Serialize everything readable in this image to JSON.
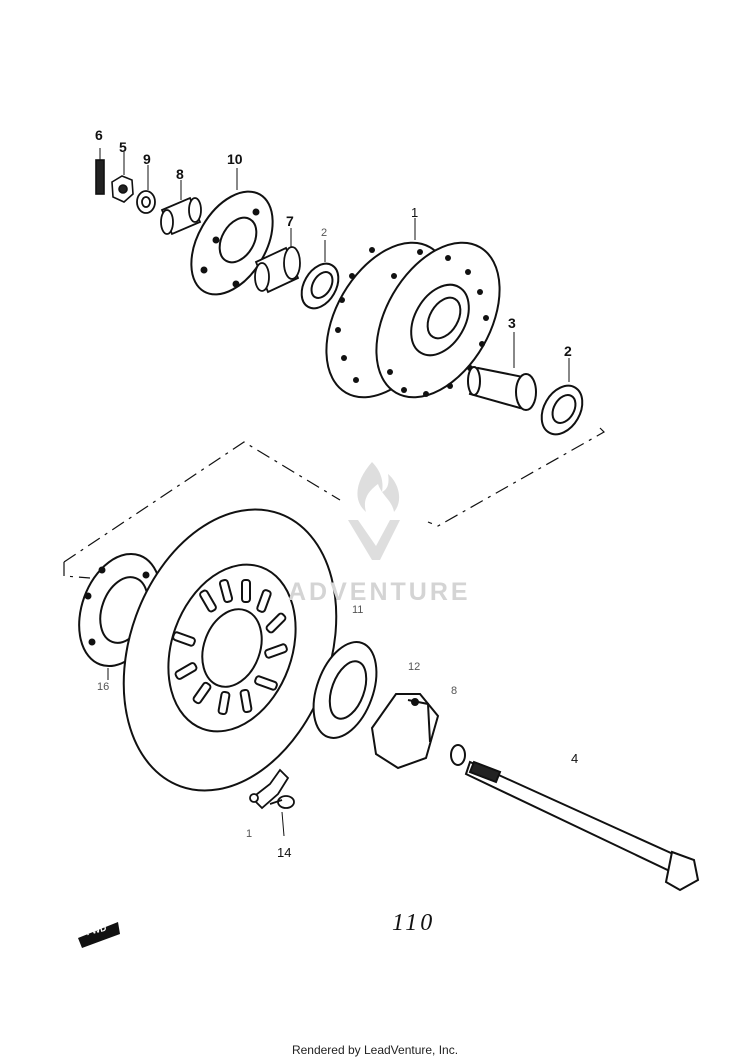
{
  "diagram": {
    "callouts": [
      {
        "id": "c6",
        "label": "6"
      },
      {
        "id": "c5",
        "label": "5"
      },
      {
        "id": "c9",
        "label": "9"
      },
      {
        "id": "c8",
        "label": "8"
      },
      {
        "id": "c10",
        "label": "10"
      },
      {
        "id": "c7",
        "label": "7"
      },
      {
        "id": "c2a",
        "label": "2"
      },
      {
        "id": "c1",
        "label": "1"
      },
      {
        "id": "c3",
        "label": "3"
      },
      {
        "id": "c2b",
        "label": "2"
      },
      {
        "id": "c11",
        "label": "11"
      },
      {
        "id": "c16",
        "label": "16"
      },
      {
        "id": "c12",
        "label": "12"
      },
      {
        "id": "c8b",
        "label": "8"
      },
      {
        "id": "c4",
        "label": "4"
      },
      {
        "id": "c13",
        "label": "1"
      },
      {
        "id": "c14",
        "label": "14"
      }
    ],
    "page_number": "110",
    "forward_marker": "FWD",
    "watermark": "ADVENTURE"
  },
  "footer": {
    "text": "Rendered by LeadVenture, Inc."
  }
}
